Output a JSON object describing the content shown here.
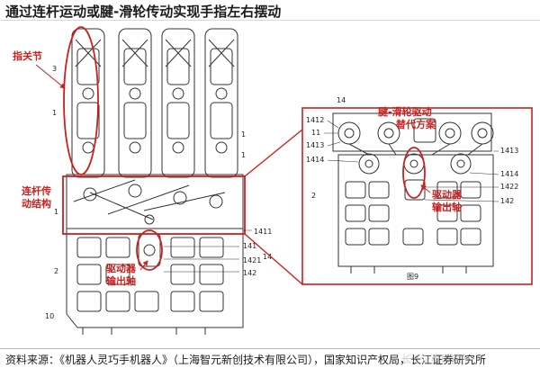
{
  "header": {
    "title": "通过连杆运动或腱-滑轮传动实现手指左右摆动"
  },
  "left_figure": {
    "labels": {
      "finger_joint": "指关节",
      "linkage_line1": "连杆传",
      "linkage_line2": "动结构",
      "drive_line1": "驱动器",
      "drive_line2": "输出轴"
    },
    "parts": {
      "p3": "3",
      "p1a": "1",
      "p1b": "1",
      "p1c": "1",
      "p1d": "1",
      "p2": "2",
      "p10": "10",
      "p14": "14",
      "p141": "141",
      "p1411": "1411",
      "p1421": "1421",
      "p142": "142"
    }
  },
  "right_figure": {
    "labels": {
      "tendon_line1": "腱-滑轮驱动",
      "tendon_line2": "替代方案",
      "drive_line1": "驱动器",
      "drive_line2": "输出轴",
      "fig_no": "图9"
    },
    "parts": {
      "p14": "14",
      "p1412": "1412",
      "p11": "11",
      "p1413a": "1413",
      "p1414a": "1414",
      "p2": "2",
      "p1413b": "1413",
      "p1414b": "1414",
      "p1422": "1422",
      "p142": "142"
    }
  },
  "footer": {
    "source": "资料来源：《机器人灵巧手机器人》（上海智元新创技术有限公司），国家知识产权局，长江证券研究所",
    "watermark": "长江证券研究所"
  },
  "colors": {
    "annotation": "#cc1f1f",
    "line": "#333333",
    "title": "#1b1b1b"
  }
}
